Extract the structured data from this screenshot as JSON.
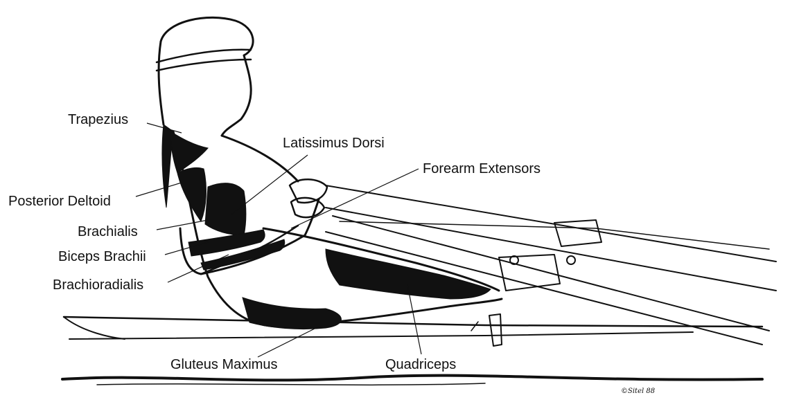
{
  "labels": {
    "trapezius": "Trapezius",
    "latissimus_dorsi": "Latissimus Dorsi",
    "forearm_extensors": "Forearm Extensors",
    "posterior_deltoid": "Posterior Deltoid",
    "brachialis": "Brachialis",
    "biceps_brachii": "Biceps Brachii",
    "brachioradialis": "Brachioradialis",
    "gluteus_maximus": "Gluteus Maximus",
    "quadriceps": "Quadriceps"
  },
  "signature": "©Sitel 88"
}
